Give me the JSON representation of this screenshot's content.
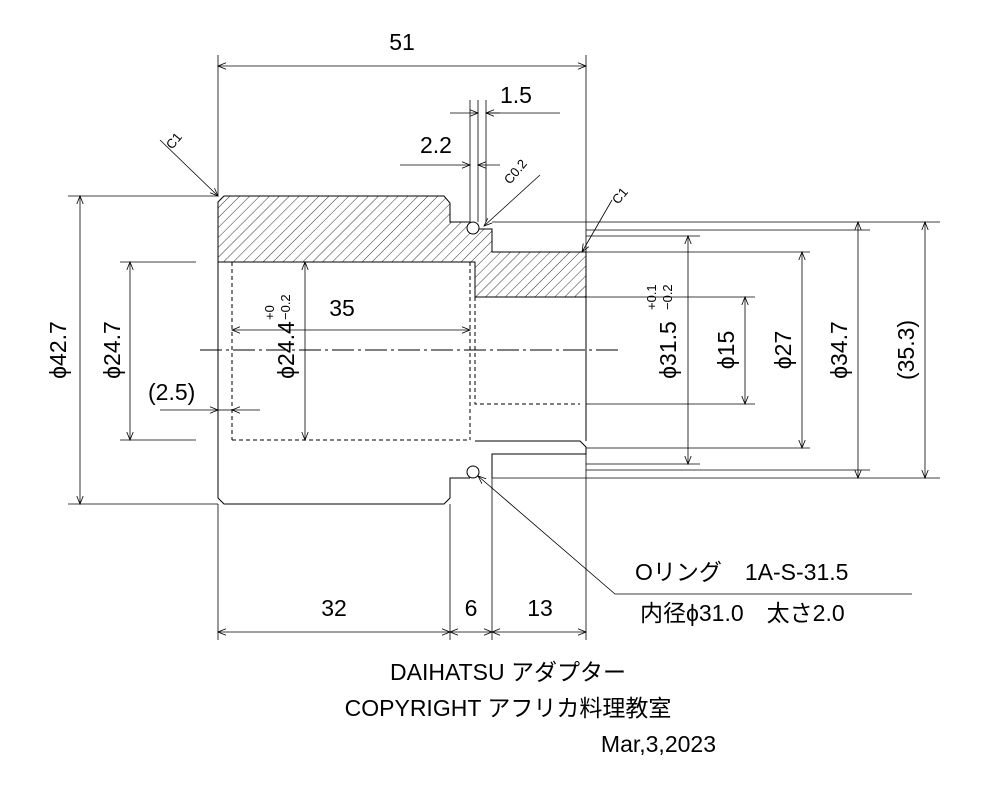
{
  "dimensions": {
    "overall_length": "51",
    "groove_width": "1.5",
    "groove_pos": "2.2",
    "chamfer_small": "C0.2",
    "chamfer_left": "C1",
    "chamfer_right": "C1",
    "bore_depth": "35",
    "bore_dia": "ϕ24.4",
    "bore_tol_upper": "+0",
    "bore_tol_lower": "−0.2",
    "outer_dia_left": "ϕ42.7",
    "face_dia": "ϕ24.7",
    "offset": "(2.5)",
    "groove_dia": "ϕ31.5",
    "groove_tol_upper": "+0.1",
    "groove_tol_lower": "−0.2",
    "hole_dia": "ϕ15",
    "neck_dia": "ϕ27",
    "spigot_dia": "ϕ34.7",
    "ref_dia": "(35.3)",
    "len_a": "32",
    "len_b": "6",
    "len_c": "13"
  },
  "oring": {
    "label": "Oリング　1A-S-31.5",
    "spec": "内径ϕ31.0　太さ2.0"
  },
  "footer": {
    "title": "DAIHATSU アダプター",
    "copyright": "COPYRIGHT アフリカ料理教室",
    "date": "Mar,3,2023"
  }
}
